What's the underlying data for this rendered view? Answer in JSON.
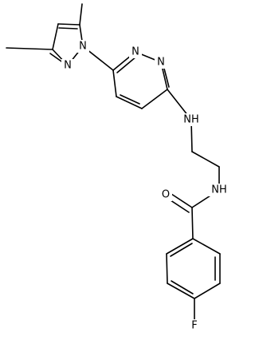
{
  "atoms": {
    "pyrazole_n1": "N",
    "pyrazole_n2": "N",
    "pyridazine_n1": "N",
    "pyridazine_n2": "N",
    "amine_nh": "NH",
    "amide_nh": "NH",
    "carbonyl_o": "O",
    "fluorine": "F"
  }
}
